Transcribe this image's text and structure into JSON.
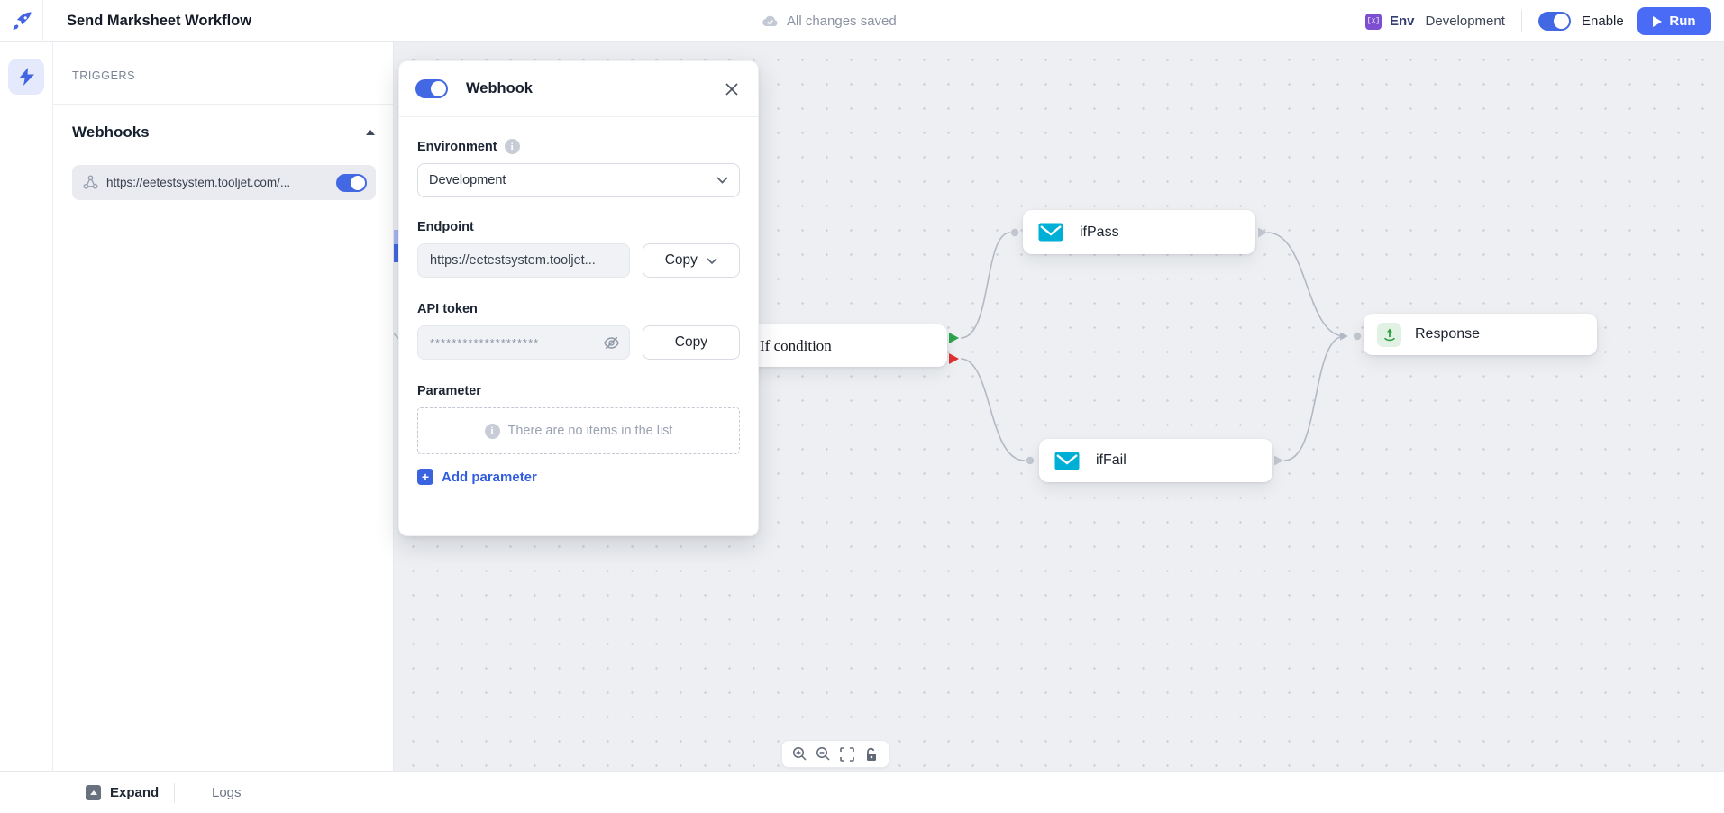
{
  "header": {
    "app_title": "Send Marksheet Workflow",
    "save_status": "All changes saved",
    "env_badge_glyph": "[x]",
    "env_label": "Env",
    "env_value": "Development",
    "enable_label": "Enable",
    "run_label": "Run"
  },
  "sidebar": {
    "section_title": "TRIGGERS",
    "group_title": "Webhooks",
    "webhook_url": "https://eetestsystem.tooljet.com/...",
    "webhook_enabled": true
  },
  "modal": {
    "title": "Webhook",
    "enabled": true,
    "environment": {
      "label": "Environment",
      "value": "Development"
    },
    "endpoint": {
      "label": "Endpoint",
      "value": "https://eetestsystem.tooljet...",
      "copy_label": "Copy"
    },
    "api_token": {
      "label": "API token",
      "masked_value": "********************",
      "copy_label": "Copy"
    },
    "parameter": {
      "label": "Parameter",
      "empty_message": "There are no items in the list",
      "add_label": "Add parameter"
    }
  },
  "canvas": {
    "nodes": {
      "if_condition": "If condition",
      "if_pass": "ifPass",
      "if_fail": "ifFail",
      "response": "Response"
    },
    "controls": [
      "zoom-in",
      "zoom-out",
      "fit-view",
      "lock"
    ]
  },
  "footer": {
    "expand_label": "Expand",
    "logs_label": "Logs"
  },
  "colors": {
    "primary_blue": "#4368e3",
    "run_button": "#4a6bf5",
    "email_cyan": "#00afd6",
    "pass_green": "#2da44e",
    "fail_red": "#e03131",
    "env_badge_purple": "#7d4fd0",
    "edge_gray": "#b3b9c4"
  }
}
